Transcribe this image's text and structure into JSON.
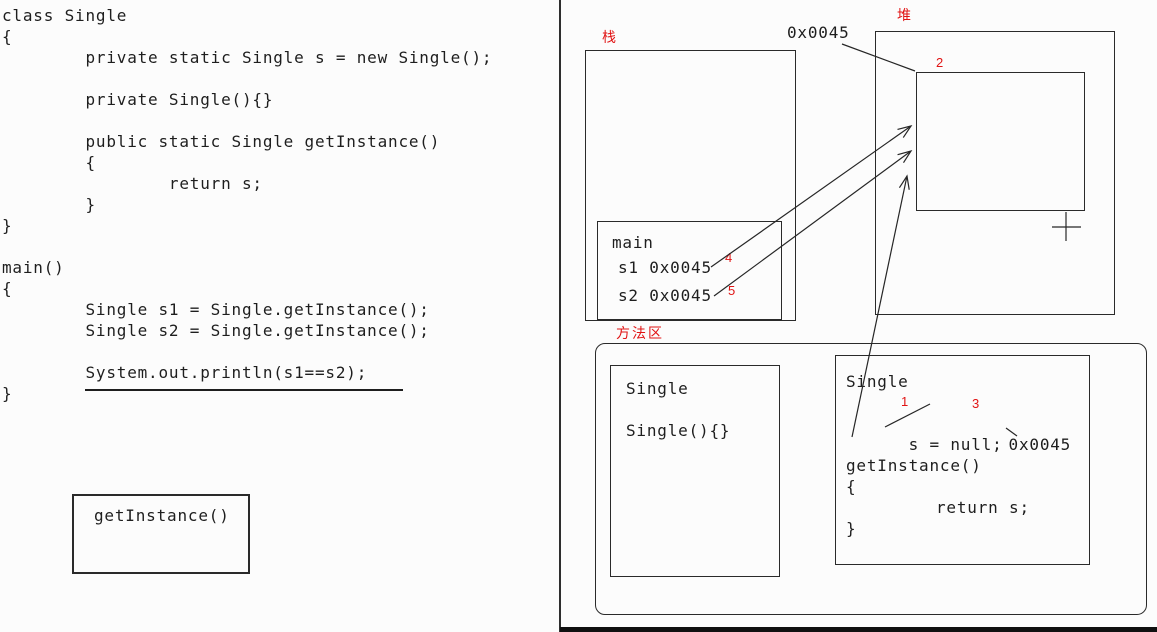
{
  "colors": {
    "red": "#e11414",
    "ink": "#1e1e1e",
    "background": "#fcfcfc"
  },
  "code": {
    "lines": [
      "class Single",
      "{",
      "        private static Single s = new Single();",
      "",
      "        private Single(){}",
      "",
      "        public static Single getInstance()",
      "        {",
      "                return s;",
      "        }",
      "}",
      "",
      "main()",
      "{",
      "        Single s1 = Single.getInstance();",
      "        Single s2 = Single.getInstance();",
      "",
      "        System.out.println(s1==s2);",
      "}"
    ]
  },
  "bottom_box": {
    "label": "getInstance()"
  },
  "memory": {
    "stack_label": "栈",
    "heap_label": "堆",
    "method_area_label": "方法区",
    "heap_address_label": "0x0045",
    "stack_frame": {
      "title": "main",
      "var1": "s1 0x0045",
      "var2": "s2 0x0045"
    },
    "class_box": {
      "title": "Single",
      "constructor": "Single(){}"
    },
    "detail_box": {
      "title": "Single",
      "assign_prefix": "s = ",
      "assign_null": "null",
      "assign_semi": ";",
      "assign_addr": "0x0045",
      "method": "getInstance()",
      "open_brace": "{",
      "return_stmt": "return s;",
      "close_brace": "}"
    },
    "annotations": {
      "step1": "1",
      "step2": "2",
      "step3": "3",
      "step4": "4",
      "step5": "5"
    }
  }
}
